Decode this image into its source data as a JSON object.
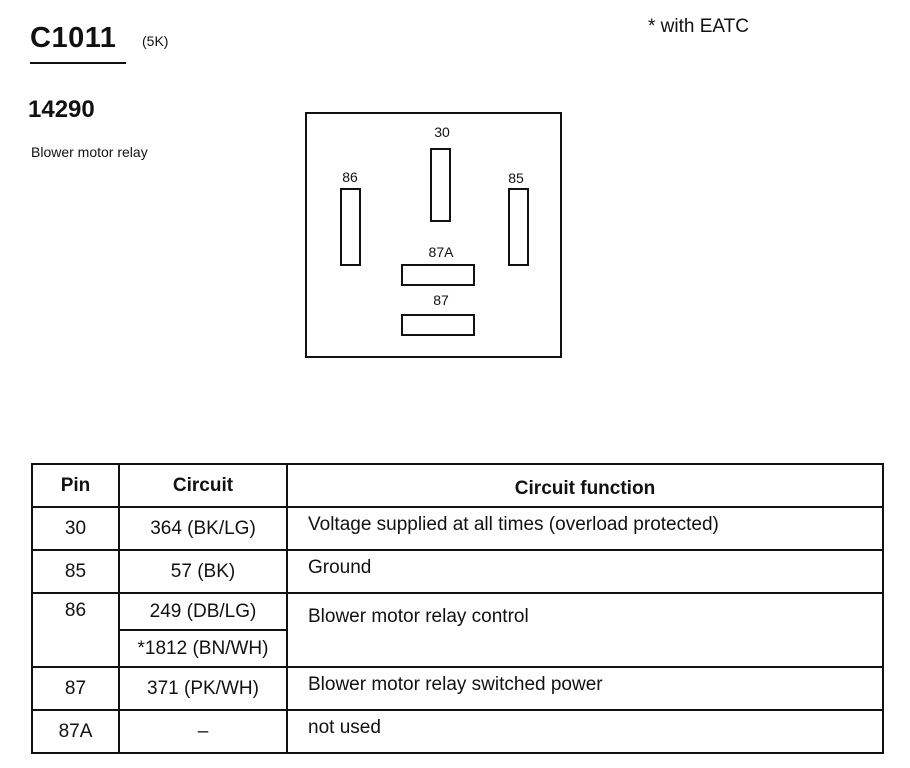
{
  "connector": {
    "id": "C1011",
    "code": "(5K)"
  },
  "note": "* with EATC",
  "part": {
    "number": "14290",
    "name": "Blower motor relay"
  },
  "relay_pins": {
    "p30": "30",
    "p86": "86",
    "p85": "85",
    "p87a": "87A",
    "p87": "87"
  },
  "table": {
    "headers": {
      "pin": "Pin",
      "circuit": "Circuit",
      "function": "Circuit function"
    },
    "rows": [
      {
        "pin": "30",
        "circuit": "364 (BK/LG)",
        "function": "Voltage supplied at all times (overload protected)"
      },
      {
        "pin": "85",
        "circuit": "57 (BK)",
        "function": "Ground"
      },
      {
        "pin": "86",
        "circuit": "249 (DB/LG)",
        "circuit2": "*1812 (BN/WH)",
        "function": "Blower motor relay control"
      },
      {
        "pin": "87",
        "circuit": "371 (PK/WH)",
        "function": "Blower motor relay switched power"
      },
      {
        "pin": "87A",
        "circuit": "–",
        "function": "not used"
      }
    ]
  }
}
